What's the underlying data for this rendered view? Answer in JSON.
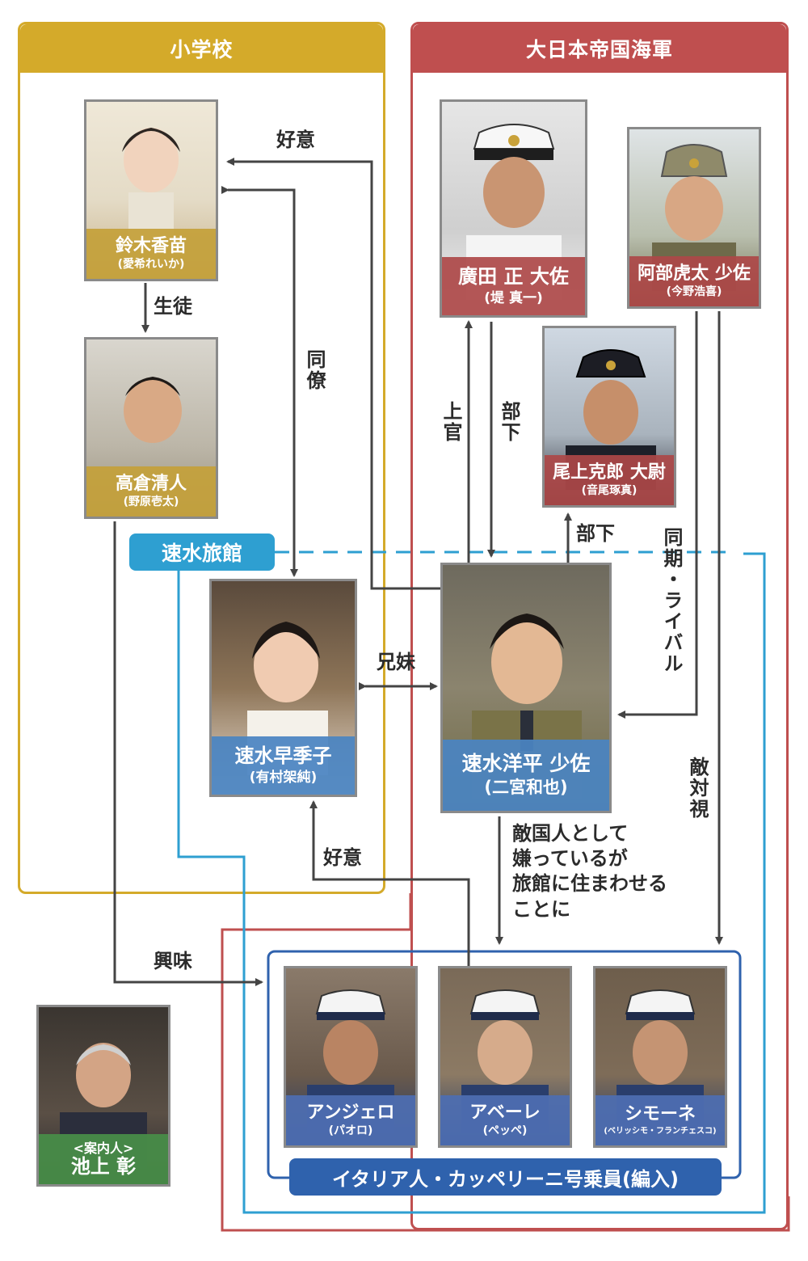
{
  "groups": {
    "school": {
      "title": "小学校",
      "color": "#d4aa2a"
    },
    "navy": {
      "title": "大日本帝国海軍",
      "color": "#bf4f4f"
    },
    "ryokan": {
      "title": "速水旅館",
      "color": "#2e9fd1"
    },
    "italian": {
      "title": "イタリア人・カッペリーニ号乗員(編入)",
      "color": "#2f62ad"
    }
  },
  "people": {
    "suzuki": {
      "name": "鈴木香苗",
      "actor": "(愛希れいか)"
    },
    "takakura": {
      "name": "高倉清人",
      "actor": "(野原壱太)"
    },
    "hirota": {
      "name": "廣田 正 大佐",
      "actor": "(堤 真一)"
    },
    "abe": {
      "name": "阿部虎太 少佐",
      "actor": "(今野浩喜)"
    },
    "onoue": {
      "name": "尾上克郎 大尉",
      "actor": "(音尾琢真)"
    },
    "sakiko": {
      "name": "速水早季子",
      "actor": "(有村架純)"
    },
    "yohei": {
      "name": "速水洋平 少佐",
      "actor": "(二宮和也)"
    },
    "angelo": {
      "name": "アンジェロ",
      "actor": "(パオロ)"
    },
    "abele": {
      "name": "アベーレ",
      "actor": "(ペッペ)"
    },
    "simone": {
      "name": "シモーネ",
      "actor": "(ベリッシモ・フランチェスコ)"
    },
    "ikegami": {
      "role": "<案内人>",
      "name": "池上 彰"
    }
  },
  "relations": {
    "koui_top": "好意",
    "seito": "生徒",
    "doryo": "同僚",
    "joukan": "上官",
    "buka1": "部下",
    "buka2": "部下",
    "douki": "同期・ライバル",
    "kyoudai": "兄妹",
    "tekitaishi": "敵対視",
    "kirai": [
      "敵国人として",
      "嫌っているが",
      "旅館に住まわせる",
      "ことに"
    ],
    "koui_bottom": "好意",
    "kyoumi": "興味"
  }
}
